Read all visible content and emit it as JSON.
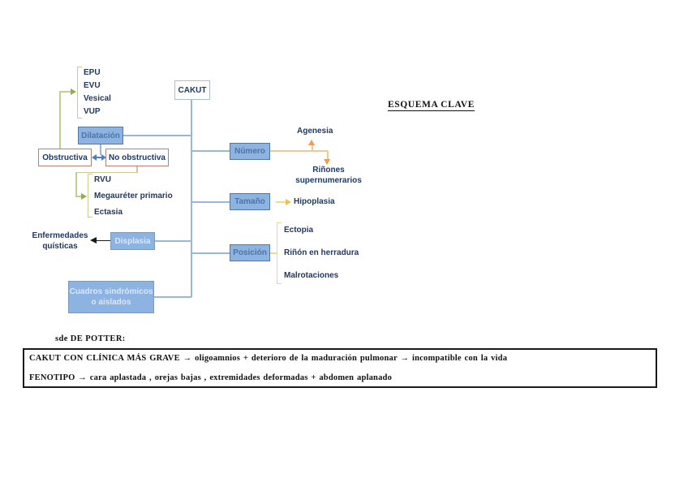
{
  "colors": {
    "box_fill": "#8db3e2",
    "box_border": "#54779e",
    "connector_blue": "#9ab7d9",
    "olive_line": "#c6cc92",
    "olive_arrow": "#8fae4e",
    "orange_line": "#f2c795",
    "orange_arrow": "#ef9c4e",
    "yellow_line": "#f2d98a",
    "yellow_arrow": "#eec05a",
    "navy_text": "#1f3864",
    "obstructiva_border": "#bd7e72"
  },
  "header": {
    "title": "ESQUEMA CLAVE"
  },
  "root": {
    "label": "CAKUT"
  },
  "dilatacion": {
    "label": "Dilatación",
    "obstructiva": "Obstructiva",
    "no_obstructiva": "No obstructiva",
    "upper_list": [
      "EPU",
      "EVU",
      "Vesical",
      "VUP"
    ],
    "lower_list": [
      "RVU",
      "Megauréter primario",
      "Ectasia"
    ]
  },
  "numero": {
    "label": "Número",
    "up_item": "Agenesia",
    "down_item_line1": "Riñones",
    "down_item_line2": "supernumerarios"
  },
  "tamano": {
    "label": "Tamaño",
    "item": "Hipoplasia"
  },
  "displasia": {
    "label": "Displasia",
    "target_line1": "Enfermedades",
    "target_line2": "quísticas"
  },
  "posicion": {
    "label": "Posición",
    "items": [
      "Ectopia",
      "Riñón en herradura",
      "Malrotaciones"
    ]
  },
  "cuadros": {
    "line1": "Cuadros sindrómicos",
    "line2": "o aislados"
  },
  "potter": {
    "heading": "sde  DE POTTER:",
    "line1": "CAKUT CON CLÍNICA MÁS GRAVE →  oligoamnios + deterioro de la maduración pulmonar →  incompatible con la vida",
    "line2": "FENOTIPO →  cara aplastada , orejas bajas , extremidades deformadas + abdomen aplanado"
  }
}
